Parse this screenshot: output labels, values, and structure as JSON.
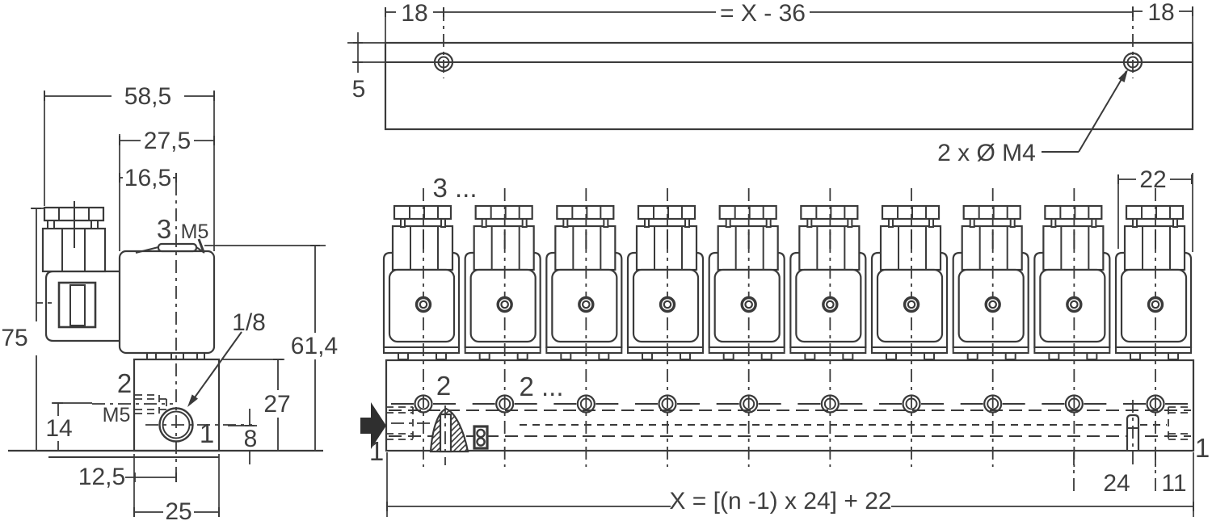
{
  "drawing": {
    "line_color": "#3a3a3a",
    "text_color": "#3f3f3f"
  },
  "single_valve_view": {
    "dims": {
      "total_width": "58,5",
      "body_width": "27,5",
      "center_offset_top": "16,5",
      "total_height": "75",
      "body_height": "61,4",
      "block_height": "27",
      "port1_height": "8",
      "port2_height": "14",
      "port1_center_offset": "12,5",
      "block_width": "25"
    },
    "labels": {
      "port3": "3",
      "port3_thread": "M5",
      "port2": "2",
      "port2_thread": "M5",
      "port1": "1",
      "port1_size": "1/8"
    }
  },
  "mounting_rail_view": {
    "dims": {
      "hole_offset_left": "18",
      "hole_span": "= X - 36",
      "hole_offset_right": "18",
      "hole_row_depth": "5"
    },
    "labels": {
      "holes": "2 x Ø M4"
    }
  },
  "manifold_view": {
    "valve_count": 10,
    "labels": {
      "port3_row": "3 ...",
      "port2_first": "2",
      "port2_row": "2 ...",
      "inlet_port": "1",
      "outlet_port": "1"
    },
    "dims": {
      "end_width": "22",
      "valve_pitch": "24",
      "end_offset": "11",
      "length_formula": "X = [(n -1) x 24] + 22"
    }
  }
}
